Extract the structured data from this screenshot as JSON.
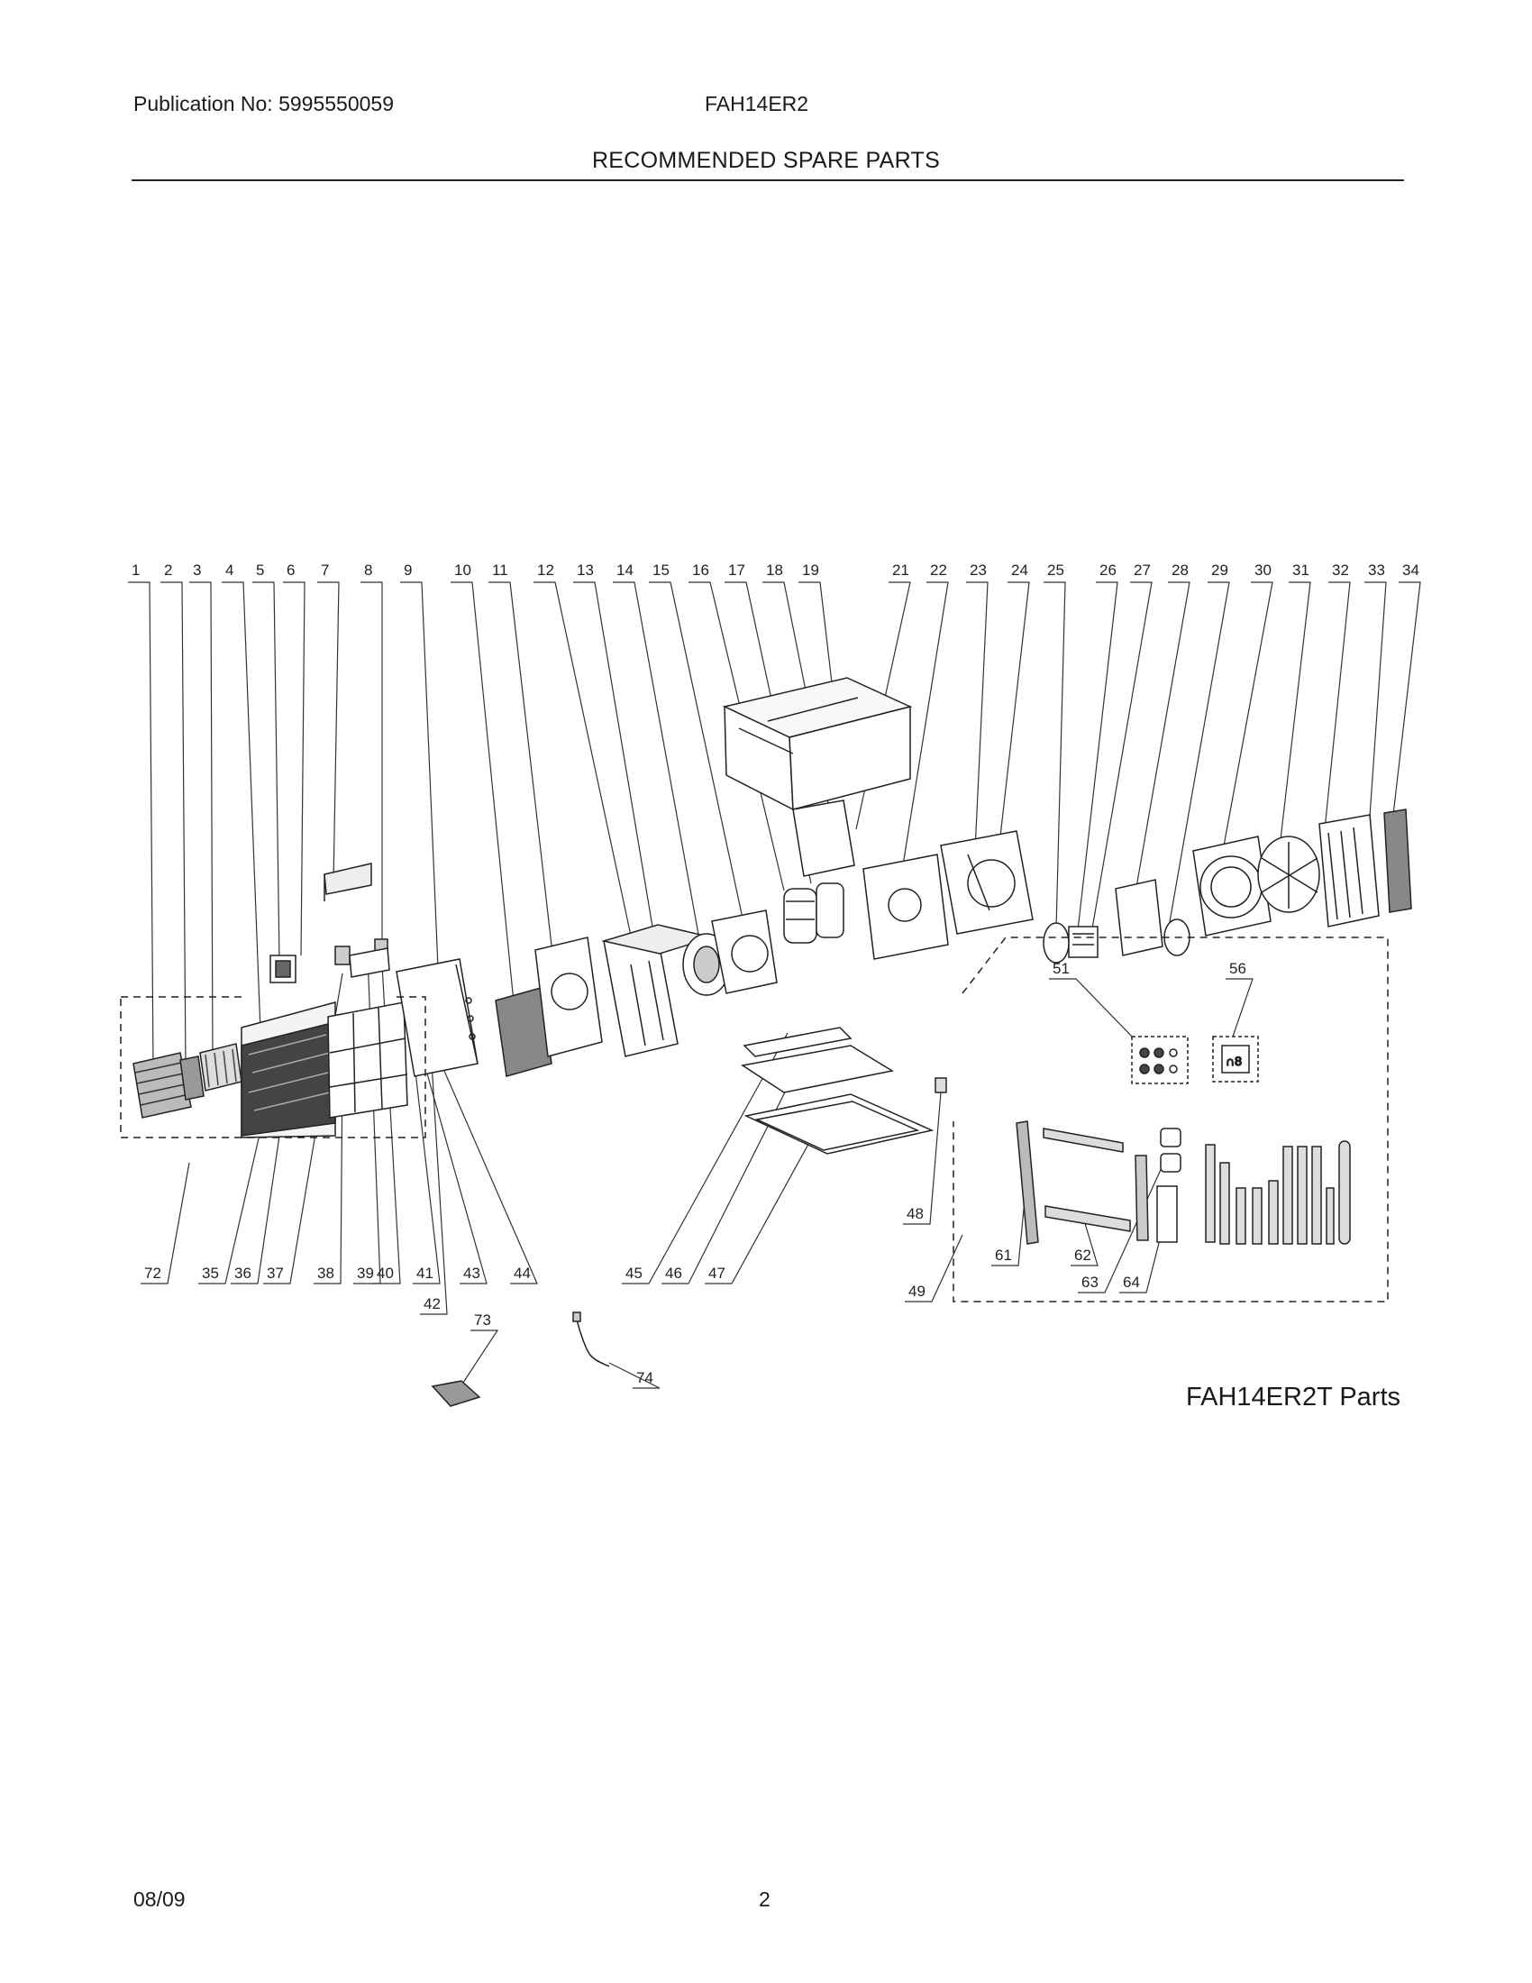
{
  "header": {
    "publication": "Publication No: 5995550059",
    "model": "FAH14ER2",
    "title": "RECOMMENDED SPARE PARTS"
  },
  "diagram": {
    "callouts_top": [
      "1",
      "2",
      "3",
      "4",
      "5",
      "6",
      "7",
      "8",
      "9",
      "10",
      "11",
      "12",
      "13",
      "14",
      "15",
      "16",
      "17",
      "18",
      "19",
      "21",
      "22",
      "23",
      "24",
      "25",
      "26",
      "27",
      "28",
      "29",
      "30",
      "31",
      "32",
      "33",
      "34"
    ],
    "callouts_bottom": [
      "72",
      "35",
      "36",
      "37",
      "38",
      "39",
      "40",
      "41",
      "43",
      "44",
      "42",
      "45",
      "46",
      "47",
      "48",
      "49",
      "61",
      "62",
      "63",
      "64",
      "51",
      "56",
      "73",
      "74"
    ],
    "caption": "FAH14ER2T Parts"
  },
  "footer": {
    "date": "08/09",
    "page": "2"
  }
}
